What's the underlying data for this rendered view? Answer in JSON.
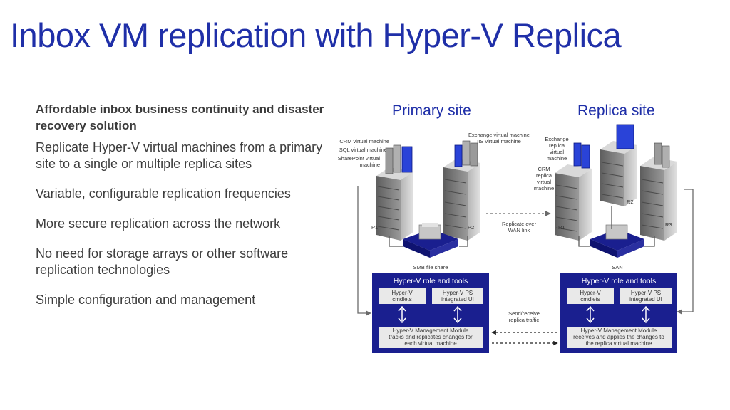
{
  "title": "Inbox VM replication with Hyper-V Replica",
  "lead": "Affordable inbox business continuity and disaster recovery solution",
  "bullets": [
    "Replicate Hyper-V virtual machines from a primary site to a single or multiple replica sites",
    "Variable, configurable replication frequencies",
    "More secure replication across the network",
    "No need for storage arrays or other software replication technologies",
    "Simple configuration and management"
  ],
  "diagram": {
    "primary_label": "Primary site",
    "replica_label": "Replica site",
    "vm_labels_p1": [
      "CRM virtual machine",
      "SQL virtual machine",
      "SharePoint virtual",
      "machine"
    ],
    "vm_labels_p2": [
      "Exchange virtual machine",
      "IIS virtual machine"
    ],
    "vm_labels_r1_exchange": [
      "Exchange",
      "replica",
      "virtual",
      "machine"
    ],
    "vm_labels_r1_crm": [
      "CRM",
      "replica",
      "virtual",
      "machine"
    ],
    "servers": {
      "p1": "P1",
      "p2": "P2",
      "r1": "R1",
      "r2": "R2",
      "r3": "R3"
    },
    "wan": [
      "Replicate over",
      "WAN link"
    ],
    "smb": "SMB file share",
    "san": "SAN",
    "traffic": [
      "Send/receive",
      "replica traffic"
    ],
    "left_box": {
      "title": "Hyper-V role and tools",
      "cmdlets": [
        "Hyper-V",
        "cmdlets"
      ],
      "ps_ui": [
        "Hyper-V PS",
        "integrated UI"
      ],
      "module": [
        "Hyper-V Management Module",
        "tracks and replicates changes for",
        "each virtual machine"
      ]
    },
    "right_box": {
      "title": "Hyper-V role and tools",
      "cmdlets": [
        "Hyper-V",
        "cmdlets"
      ],
      "ps_ui": [
        "Hyper-V PS",
        "integrated UI"
      ],
      "module": [
        "Hyper-V Management Module",
        "receives and applies the changes to",
        "the replica virtual machine"
      ]
    }
  },
  "colors": {
    "title": "#1f2fa8",
    "box": "#1a1f8f",
    "vm_blue": "#2a43d8",
    "server_gray": "#8a8a8a"
  }
}
